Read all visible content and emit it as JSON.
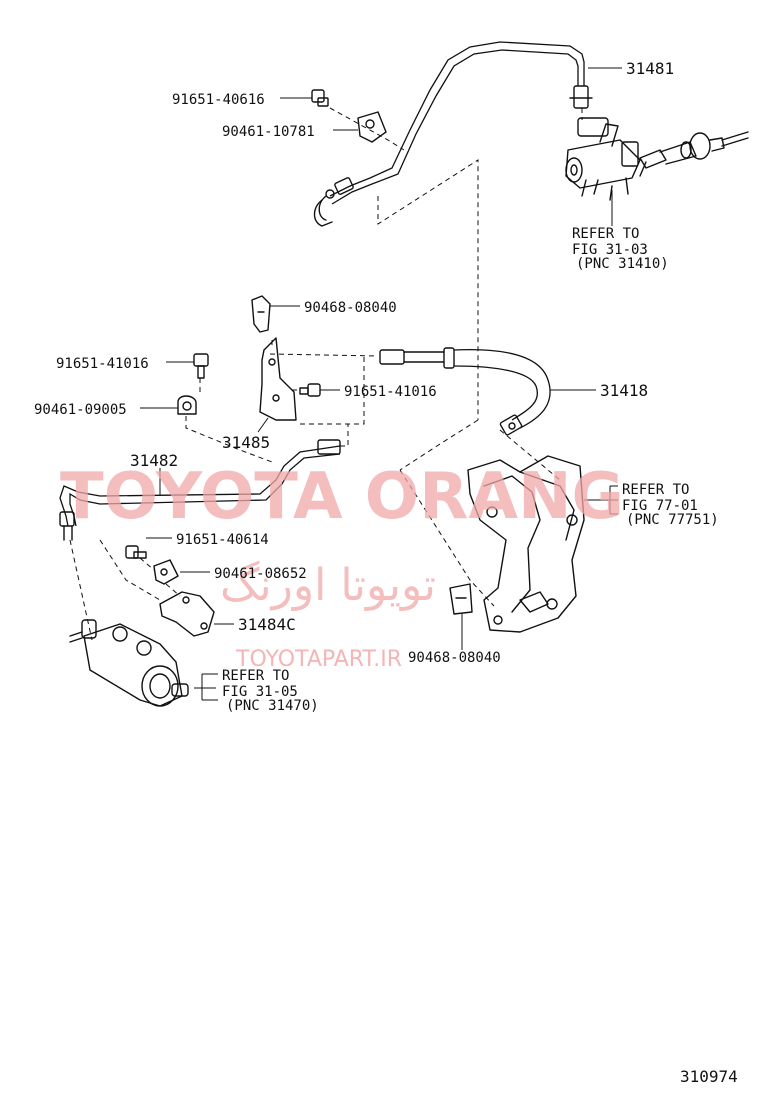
{
  "labels": {
    "p31481": "31481",
    "p91651_40616": "91651-40616",
    "p90461_10781": "90461-10781",
    "refer1_l1": "REFER TO",
    "refer1_l2": "FIG 31-03",
    "refer1_l3": "(PNC 31410)",
    "p90468_08040_top": "90468-08040",
    "p91651_41016_left": "91651-41016",
    "p91651_41016_mid": "91651-41016",
    "p31418": "31418",
    "p90461_09005": "90461-09005",
    "p31485": "31485",
    "p31482": "31482",
    "refer2_l1": "REFER TO",
    "refer2_l2": "FIG 77-01",
    "refer2_l3": "(PNC 77751)",
    "p91651_40614": "91651-40614",
    "p90461_08652": "90461-08652",
    "p31484C": "31484C",
    "p90468_08040_bottom": "90468-08040",
    "refer3_l1": "REFER TO",
    "refer3_l2": "FIG 31-05",
    "refer3_l3": "(PNC 31470)",
    "figure_number": "310974"
  },
  "watermark": {
    "latin": "TOYOTA ORANG",
    "arabic": "تویوتا اورنگ",
    "site": "TOYOTAPART.IR",
    "color": "#f2a9a9"
  }
}
